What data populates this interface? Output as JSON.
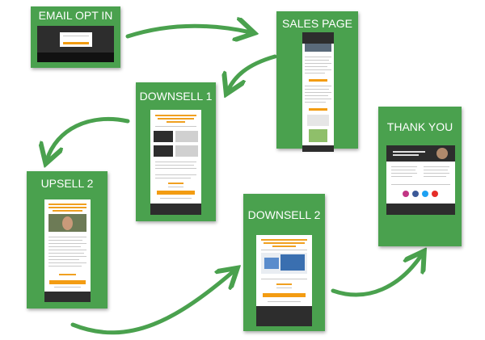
{
  "steps": {
    "email_opt_in": {
      "label": "EMAIL OPT IN"
    },
    "sales_page": {
      "label": "SALES PAGE"
    },
    "downsell_1": {
      "label": "DOWNSELL 1"
    },
    "upsell_2": {
      "label": "UPSELL 2"
    },
    "downsell_2": {
      "label": "DOWNSELL 2"
    },
    "thank_you": {
      "label": "THANK YOU"
    }
  },
  "colors": {
    "card_green": "#4aa14e",
    "arrow_green": "#4aa14e",
    "accent_orange": "#f39c12",
    "dark_band": "#2d2d2d"
  },
  "social_icons": [
    "instagram-icon",
    "facebook-icon",
    "twitter-icon",
    "youtube-icon"
  ]
}
